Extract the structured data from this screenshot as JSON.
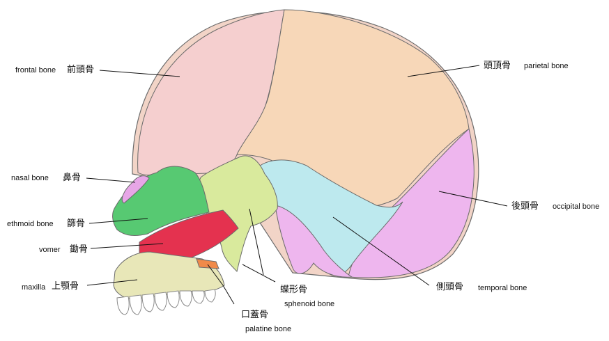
{
  "labels": {
    "frontal": {
      "en": "frontal bone",
      "jp": "前頭骨"
    },
    "parietal": {
      "en": "parietal bone",
      "jp": "頭頂骨"
    },
    "nasal": {
      "en": "nasal bone",
      "jp": "鼻骨"
    },
    "occipital": {
      "en": "occipital bone",
      "jp": "後頭骨"
    },
    "ethmoid": {
      "en": "ethmoid bone",
      "jp": "篩骨"
    },
    "vomer": {
      "en": "vomer",
      "jp": "鋤骨"
    },
    "maxilla": {
      "en": "maxilla",
      "jp": "上顎骨"
    },
    "temporal": {
      "en": "temporal bone",
      "jp": "側頭骨"
    },
    "sphenoid": {
      "en": "sphenoid bone",
      "jp": "蝶形骨"
    },
    "palatine": {
      "en": "palatine bone",
      "jp": "口蓋骨"
    }
  },
  "colors": {
    "frontal": "#f5cfcf",
    "parietal": "#f7d7b8",
    "occipital": "#eeb6ee",
    "temporal": "#bde9ee",
    "sphenoid": "#d9ea9d",
    "ethmoid": "#57c972",
    "vomer": "#e4324f",
    "maxilla": "#e8e7b8",
    "palatine": "#f08a4a",
    "nasal": "#e7a6e7",
    "outline": "#6b6b6b"
  }
}
